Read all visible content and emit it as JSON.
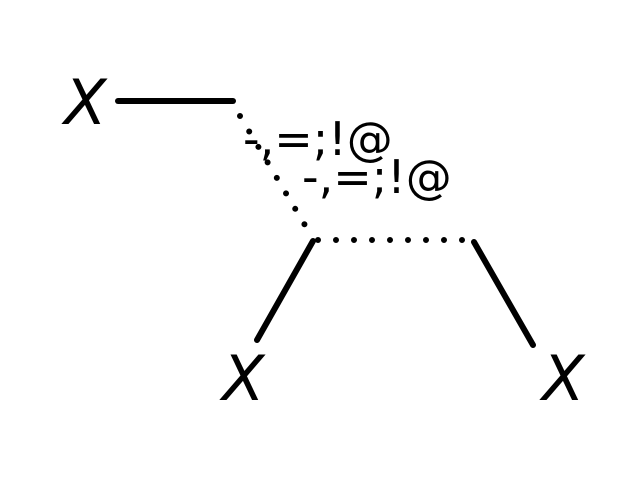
{
  "diagram": {
    "atoms": {
      "top_left": "X",
      "bottom_left": "X",
      "bottom_right": "X"
    },
    "bond_labels": {
      "first": "-,=;!@",
      "second": "-,=;!@"
    },
    "colors": {
      "ink": "#000000",
      "background": "#ffffff"
    }
  }
}
